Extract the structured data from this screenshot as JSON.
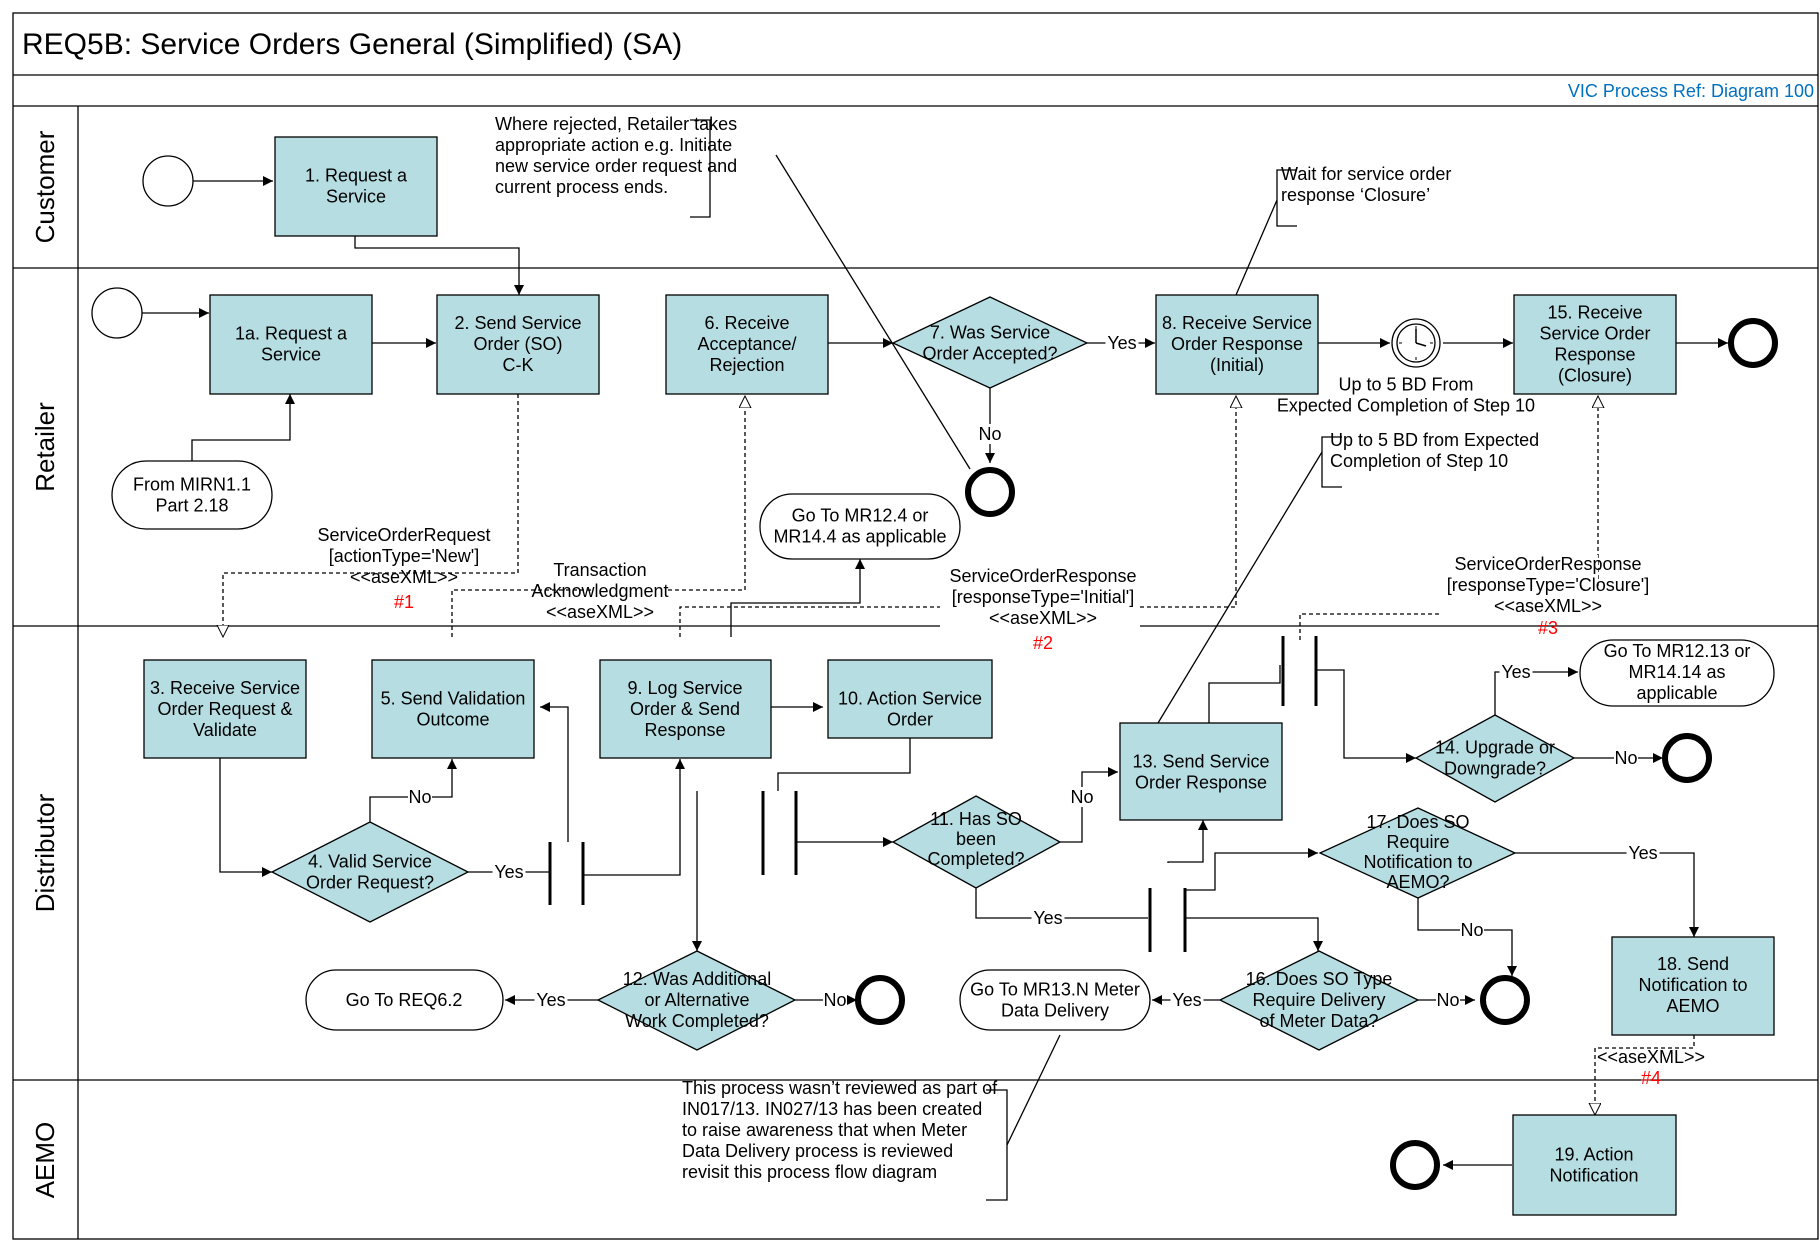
{
  "title": "REQ5B: Service Orders General (Simplified) (SA)",
  "ref": "VIC Process Ref: Diagram 100",
  "lanes": {
    "customer": "Customer",
    "retailer": "Retailer",
    "distributor": "Distributor",
    "aemo": "AEMO"
  },
  "steps": {
    "s1": [
      "1. Request a",
      "Service"
    ],
    "s1a": [
      "1a. Request a",
      "Service"
    ],
    "s2": [
      "2. Send Service",
      "Order (SO)",
      "C-K"
    ],
    "s3": [
      "3. Receive Service",
      "Order Request &",
      "Validate"
    ],
    "s4": [
      "4. Valid Service",
      "Order Request?"
    ],
    "s5": [
      "5. Send Validation",
      "Outcome"
    ],
    "s6": [
      "6. Receive",
      "Acceptance/",
      "Rejection"
    ],
    "s7": [
      "7. Was Service",
      "Order Accepted?"
    ],
    "s8": [
      "8. Receive Service",
      "Order Response",
      "(Initial)"
    ],
    "s9": [
      "9. Log Service",
      "Order & Send",
      "Response"
    ],
    "s10": [
      "10. Action Service",
      "Order"
    ],
    "s11": [
      "11. Has SO",
      "been",
      "Completed?"
    ],
    "s12": [
      "12. Was Additional",
      "or Alternative",
      "Work Completed?"
    ],
    "s13": [
      "13. Send Service",
      "Order Response"
    ],
    "s14": [
      "14. Upgrade or",
      "Downgrade?"
    ],
    "s15": [
      "15. Receive",
      "Service Order",
      "Response",
      "(Closure)"
    ],
    "s16": [
      "16. Does SO Type",
      "Require Delivery",
      "of Meter Data?"
    ],
    "s17": [
      "17. Does SO",
      "Require",
      "Notification to",
      "AEMO?"
    ],
    "s18": [
      "18. Send",
      "Notification to",
      "AEMO"
    ],
    "s19": [
      "19. Action",
      "Notification"
    ]
  },
  "terminators": {
    "from_mirn": [
      "From MIRN1.1",
      "Part 2.18"
    ],
    "go_mr12_4": [
      "Go To MR12.4 or",
      "MR14.4 as applicable"
    ],
    "go_mr12_13": [
      "Go To MR12.13 or",
      "MR14.14 as",
      "applicable"
    ],
    "go_req6_2": [
      "Go To REQ6.2"
    ],
    "go_mr13": [
      "Go To MR13.N Meter",
      "Data Delivery"
    ]
  },
  "notes": {
    "rejected": [
      "Where rejected, Retailer takes",
      "appropriate action e.g. Initiate",
      "new service order request and",
      "current process ends."
    ],
    "wait": [
      "Wait for service order",
      "response ‘Closure’"
    ],
    "upto5": [
      "Up to 5 BD from Expected",
      "Completion of Step 10"
    ],
    "review": [
      "This process wasn’t reviewed as part of",
      "IN017/13. IN027/13 has been created",
      "to raise awareness that when Meter",
      "Data Delivery process is reviewed",
      "revisit this process flow diagram"
    ]
  },
  "timer_label": [
    "Up to 5 BD From",
    "Expected Completion of Step 10"
  ],
  "messages": {
    "m1": [
      "ServiceOrderRequest",
      "[actionType='New']",
      "<<aseXML>>"
    ],
    "m1_ref": "#1",
    "txn": [
      "Transaction",
      "Acknowledgment",
      "<<aseXML>>"
    ],
    "m2": [
      "ServiceOrderResponse",
      "[responseType='Initial']",
      "<<aseXML>>"
    ],
    "m2_ref": "#2",
    "m3": [
      "ServiceOrderResponse",
      "[responseType='Closure']",
      "<<aseXML>>"
    ],
    "m3_ref": "#3",
    "m4": [
      "<<aseXML>>"
    ],
    "m4_ref": "#4"
  },
  "flow_labels": {
    "yes": "Yes",
    "no": "No"
  }
}
